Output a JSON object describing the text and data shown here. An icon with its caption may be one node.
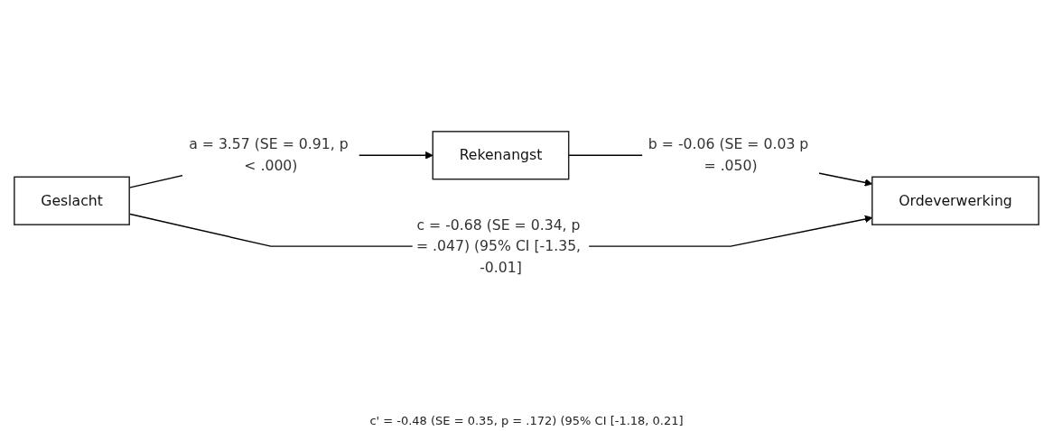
{
  "diagram": {
    "nodes": [
      {
        "text": [
          "Rekenangst"
        ]
      },
      {
        "text": [
          "Geslacht"
        ]
      },
      {
        "text": [
          "Ordeverwerking"
        ]
      }
    ],
    "edges": [
      {
        "from": 1,
        "to": 0,
        "arrow": "to",
        "label": "a = 3.57 (SE = 0.91, p < .000)"
      },
      {
        "from": 0,
        "to": 2,
        "arrow": "to",
        "label": "b = -0.06 (SE = 0.03 p = .050)"
      },
      {
        "from": 1,
        "to": 2,
        "arrow": "to",
        "label": "c = -0.68 (SE = 0.34, p = .047) (95% CI [-1.35, -0.01]"
      }
    ],
    "labels": [
      "c' = -0.48 (SE = 0.35, p = .172) (95% CI [-1.18, 0.21]"
    ]
  }
}
